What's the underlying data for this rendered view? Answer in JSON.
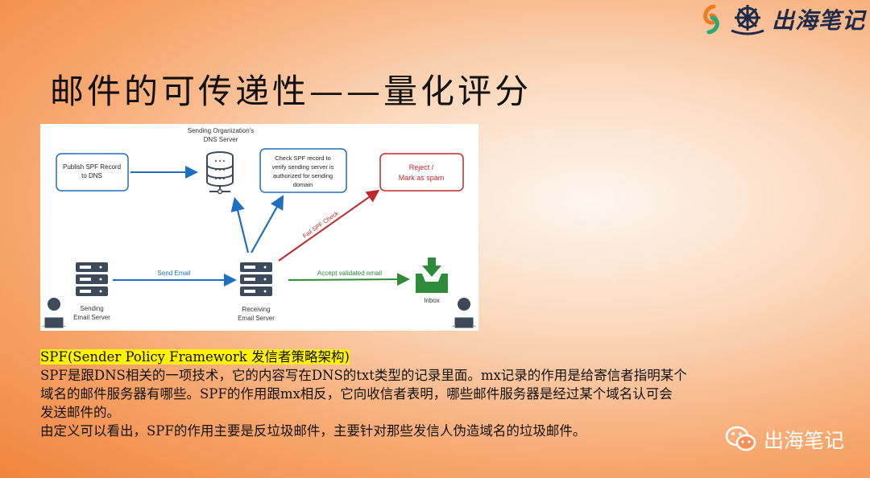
{
  "header": {
    "brand": "出海笔记"
  },
  "title": "邮件的可传递性——量化评分",
  "diagram": {
    "dns_server_label_1": "Sending Organization's",
    "dns_server_label_2": "DNS Server",
    "publish_box": [
      "Publish SPF Record",
      "to DNS"
    ],
    "check_box": [
      "Check SPF record to",
      "verify sending server is",
      "authorized for sending",
      "domain"
    ],
    "reject_box": [
      "Reject /",
      "Mark as spam"
    ],
    "fail_label": "Fail SPF Check",
    "send_label": "Send Email",
    "accept_label": "Accept validated email",
    "sending_label": [
      "Sending",
      "Email Server"
    ],
    "receiving_label": [
      "Receiving",
      "Email Server"
    ],
    "inbox_label": "Inbox",
    "colors": {
      "blue": "#1f6fc0",
      "red": "#c0282d",
      "green": "#2e8b3a",
      "grey": "#3c4a5a"
    }
  },
  "text": {
    "heading": "SPF(Sender Policy Framework 发信者策略架构)",
    "para1_line1": "SPF是跟DNS相关的一项技术，它的内容写在DNS的txt类型的记录里面。mx记录的作用是给寄信者指明某个",
    "para1_line2": "域名的邮件服务器有哪些。SPF的作用跟mx相反，它向收信者表明，哪些邮件服务器是经过某个域名认可会",
    "para1_line3": "发送邮件的。",
    "para2": "由定义可以看出，SPF的作用主要是反垃圾邮件，主要针对那些发信人伪造域名的垃圾邮件。"
  },
  "watermark": {
    "label": "出海笔记"
  }
}
